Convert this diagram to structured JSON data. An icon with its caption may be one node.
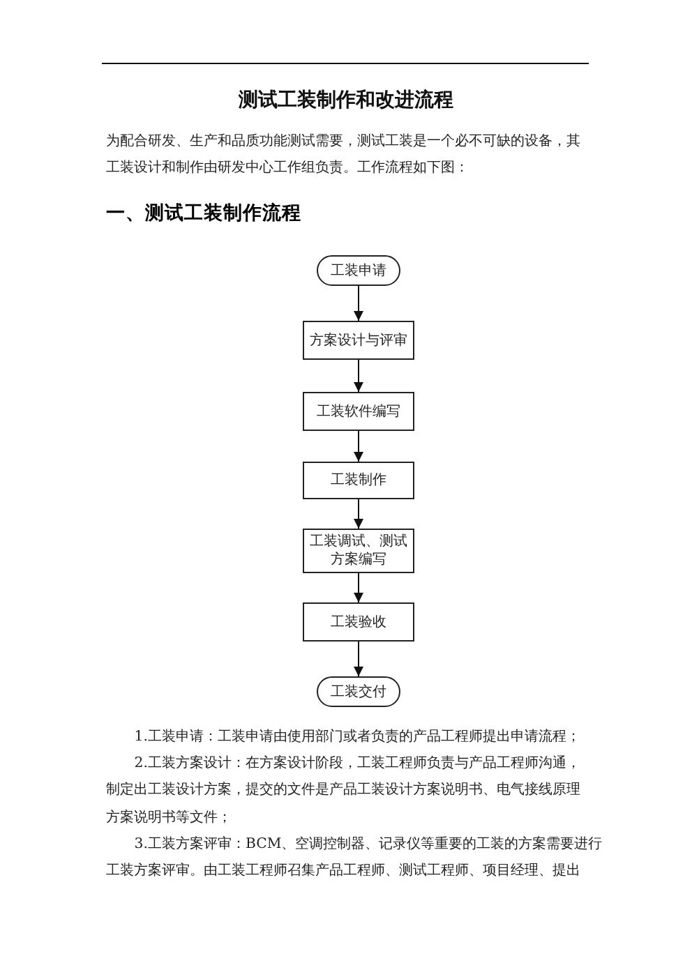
{
  "diagram": {
    "title": "测试工装制作和改进流程",
    "nodes": [
      {
        "text": [
          "工装申请"
        ]
      },
      {
        "text": [
          "方案设计与评审"
        ]
      },
      {
        "text": [
          "工装软件编写"
        ]
      },
      {
        "text": [
          "工装制作"
        ]
      },
      {
        "text": [
          "工装调试、测试方案编写"
        ]
      },
      {
        "text": [
          "工装验收"
        ]
      },
      {
        "text": [
          "工装交付"
        ]
      }
    ],
    "edges": [
      {
        "from": 0,
        "to": 1,
        "arrow": "to"
      },
      {
        "from": 1,
        "to": 2,
        "arrow": "to"
      },
      {
        "from": 2,
        "to": 3,
        "arrow": "to"
      },
      {
        "from": 3,
        "to": 4,
        "arrow": "to"
      },
      {
        "from": 4,
        "to": 5,
        "arrow": "to"
      },
      {
        "from": 5,
        "to": 6,
        "arrow": "to"
      }
    ],
    "labels": [
      "为配合研发、生产和品质功能测试需要，测试工装是一个必不可缺的设备，其工装设计和制作由研发中心工作组负责。工作流程如下图：",
      "一、测试工装制作流程",
      "1.工装申请：工装申请由使用部门或者负责的产品工程师提出申请流程；",
      "2.工装方案设计：在方案设计阶段，工装工程师负责与产品工程师沟通，制定出工装设计方案，提交的文件是产品工装设计方案说明书、电气接线原理方案说明书等文件；",
      "3.工装方案评审：BCM、空调控制器、记录仪等重要的工装的方案需要进行工装方案评审。由工装工程师召集产品工程师、测试工程师、项目经理、提出"
    ]
  }
}
